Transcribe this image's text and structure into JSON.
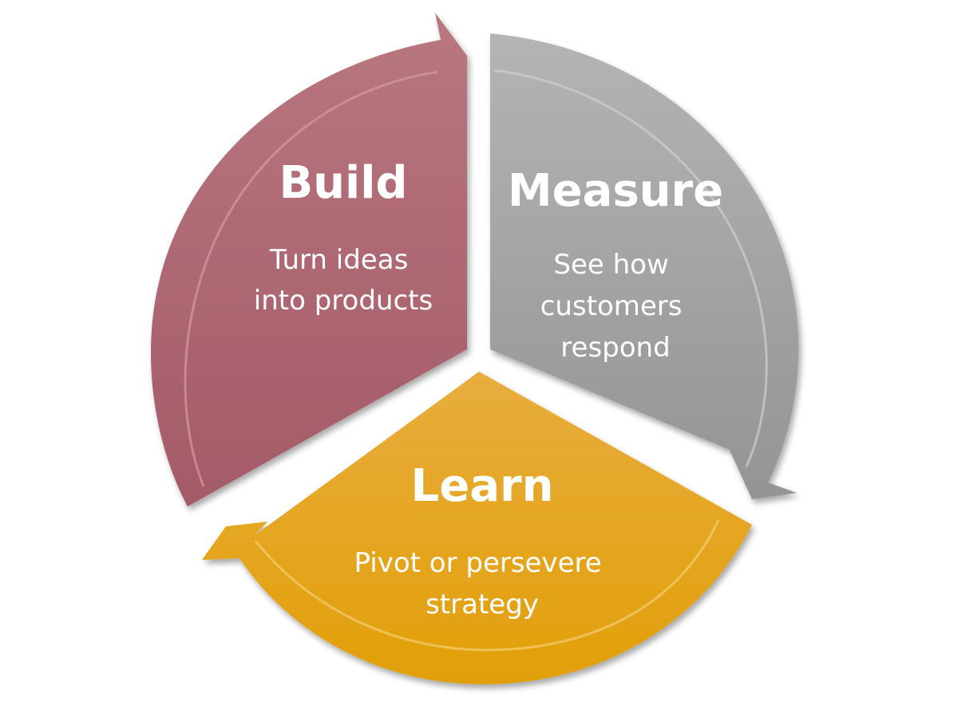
{
  "diagram": {
    "type": "cycle",
    "segments": [
      {
        "key": "build",
        "title": "Build",
        "description": [
          "Turn ideas",
          "into products"
        ],
        "color": "#a85d6b",
        "color_light": "#b97780"
      },
      {
        "key": "measure",
        "title": "Measure",
        "description": [
          "See how",
          "customers",
          "respond"
        ],
        "color": "#9b9b9b",
        "color_light": "#b4b4b4"
      },
      {
        "key": "learn",
        "title": "Learn",
        "description": [
          "Pivot or persevere",
          "strategy"
        ],
        "color": "#e4a20c",
        "color_light": "#e9ae3a"
      }
    ]
  }
}
